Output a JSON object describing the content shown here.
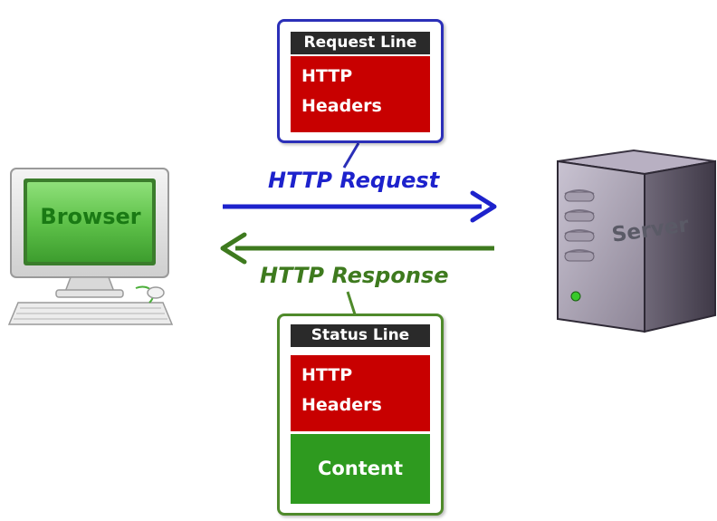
{
  "request": {
    "arrow_label": "HTTP Request",
    "line_label": "Request Line",
    "headers_line1": "HTTP",
    "headers_line2": "Headers",
    "color": "#1d22cc"
  },
  "response": {
    "arrow_label": "HTTP Response",
    "line_label": "Status Line",
    "headers_line1": "HTTP",
    "headers_line2": "Headers",
    "content_label": "Content",
    "color": "#3e7a1e"
  },
  "client": {
    "label": "Browser",
    "icon": "desktop-computer-icon"
  },
  "server": {
    "label": "Server",
    "icon": "server-tower-icon"
  }
}
